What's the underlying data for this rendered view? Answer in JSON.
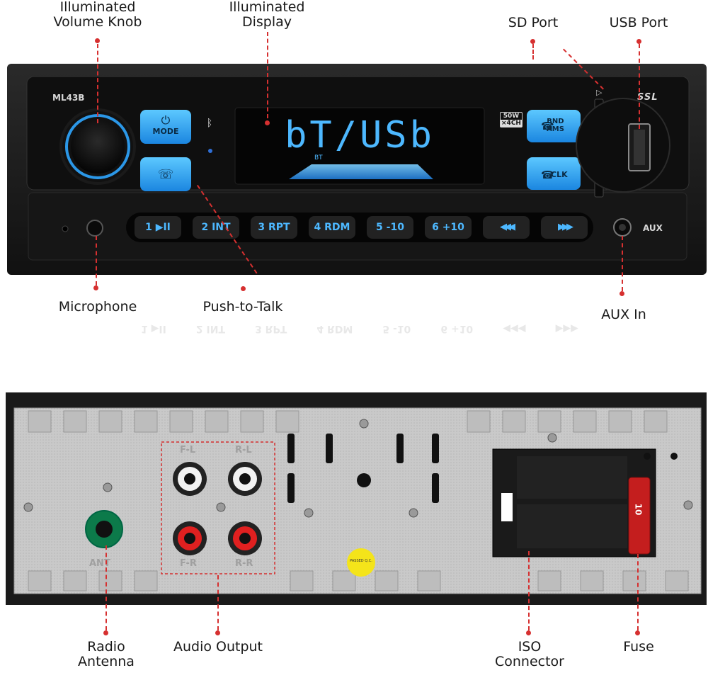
{
  "callouts": {
    "volume_knob": [
      "Illuminated",
      "Volume Knob"
    ],
    "display": [
      "Illuminated",
      "Display"
    ],
    "sd_port": "SD Port",
    "usb_port": "USB Port",
    "microphone": "Microphone",
    "push_to_talk": "Push-to-Talk",
    "aux_in": "AUX In",
    "radio_antenna": [
      "Radio",
      "Antenna"
    ],
    "audio_output": "Audio Output",
    "iso_connector": [
      "ISO",
      "Connector"
    ],
    "fuse": "Fuse"
  },
  "front": {
    "model": "ML43B",
    "brand": "SSL",
    "power_badge": [
      "50W",
      "×4CH"
    ],
    "display_text": "bT/USb",
    "display_sub": "BT",
    "mode_label": "MODE",
    "bnd_label": [
      "BND",
      "AMS"
    ],
    "clk_label": "CLK",
    "aux_label": "AUX",
    "buttons": [
      "1 ▶II",
      "2 INT",
      "3 RPT",
      "4 RDM",
      "5 -10",
      "6 +10",
      "◀◀◀",
      "▶▶▶"
    ]
  },
  "rear": {
    "fl": "F-L",
    "rl": "R-L",
    "fr": "F-R",
    "rr": "R-R",
    "ant": "ANT",
    "fuse_value": "10",
    "sticker": "PASSED Q.C."
  },
  "colors": {
    "accent_blue": "#2fa6ff",
    "leader_red": "#d63030",
    "chassis": "#c8c8c8"
  }
}
